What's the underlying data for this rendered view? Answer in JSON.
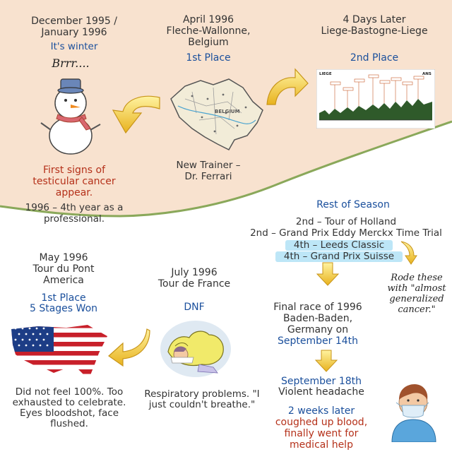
{
  "colors": {
    "top_band": "#f8e2cf",
    "divider": "#8aa85a",
    "blue_text": "#1a4f9c",
    "red_text": "#b5311a",
    "highlight": "#bde6f7",
    "arrow_yellow": "#f2c626"
  },
  "icons": [
    "snowman-icon",
    "belgium-map-icon",
    "elevation-profile-icon",
    "us-flag-map-icon",
    "sick-cyclist-icon",
    "doctor-mask-icon",
    "curved-arrow-icon",
    "down-arrow-icon"
  ],
  "timeline": {
    "winter": {
      "date_line1": "December 1995 /",
      "date_line2": "January 1996",
      "subtitle": "It's winter",
      "brr": "Brrr....",
      "warning_line1": "First signs of",
      "warning_line2": "testicular cancer",
      "warning_line3": "appear.",
      "note_line1": "1996 – 4th year as a",
      "note_line2": "professional."
    },
    "fleche": {
      "date": "April 1996",
      "race_line1": "Fleche-Wallonne,",
      "race_line2": "Belgium",
      "result": "1st Place",
      "map_label": "BELGIUM",
      "note_line1": "New Trainer –",
      "note_line2": "Dr. Ferrari"
    },
    "liege": {
      "date": "4 Days Later",
      "race": "Liege-Bastogne-Liege",
      "result": "2nd Place",
      "profile_left": "LIEGE",
      "profile_right": "ANS"
    },
    "rest_of_season": {
      "title": "Rest of Season",
      "line1": "2nd – Tour of Holland",
      "line2": "2nd – Grand Prix Eddy Merckx Time Trial",
      "highlight1": "4th – Leeds Classic",
      "highlight2": "4th – Grand Prix Suisse",
      "handwritten_line1": "Rode these",
      "handwritten_line2": "with \"almost",
      "handwritten_line3": "generalized",
      "handwritten_line4": "cancer.\""
    },
    "final_race": {
      "line1": "Final race of 1996",
      "line2": "Baden-Baden,",
      "line3": "Germany on",
      "date": "September 14th"
    },
    "headache": {
      "date": "September 18th",
      "event": "Violent headache",
      "later": "2 weeks later",
      "detail_line1": "coughed up blood,",
      "detail_line2": "finally went for",
      "detail_line3": "medical help"
    },
    "tour_du_pont": {
      "date": "May 1996",
      "race_line1": "Tour du Pont",
      "race_line2": "America",
      "result": "1st Place",
      "stages": "5 Stages Won",
      "note_line1": "Did not feel 100%.  Too",
      "note_line2": "exhausted to celebrate.",
      "note_line3": "Eyes bloodshot, face",
      "note_line4": "flushed."
    },
    "tour_de_france": {
      "date": "July 1996",
      "race": "Tour de France",
      "result": "DNF",
      "note_line1": "Respiratory problems.  \"I",
      "note_line2": "just couldn't breathe.\""
    }
  }
}
